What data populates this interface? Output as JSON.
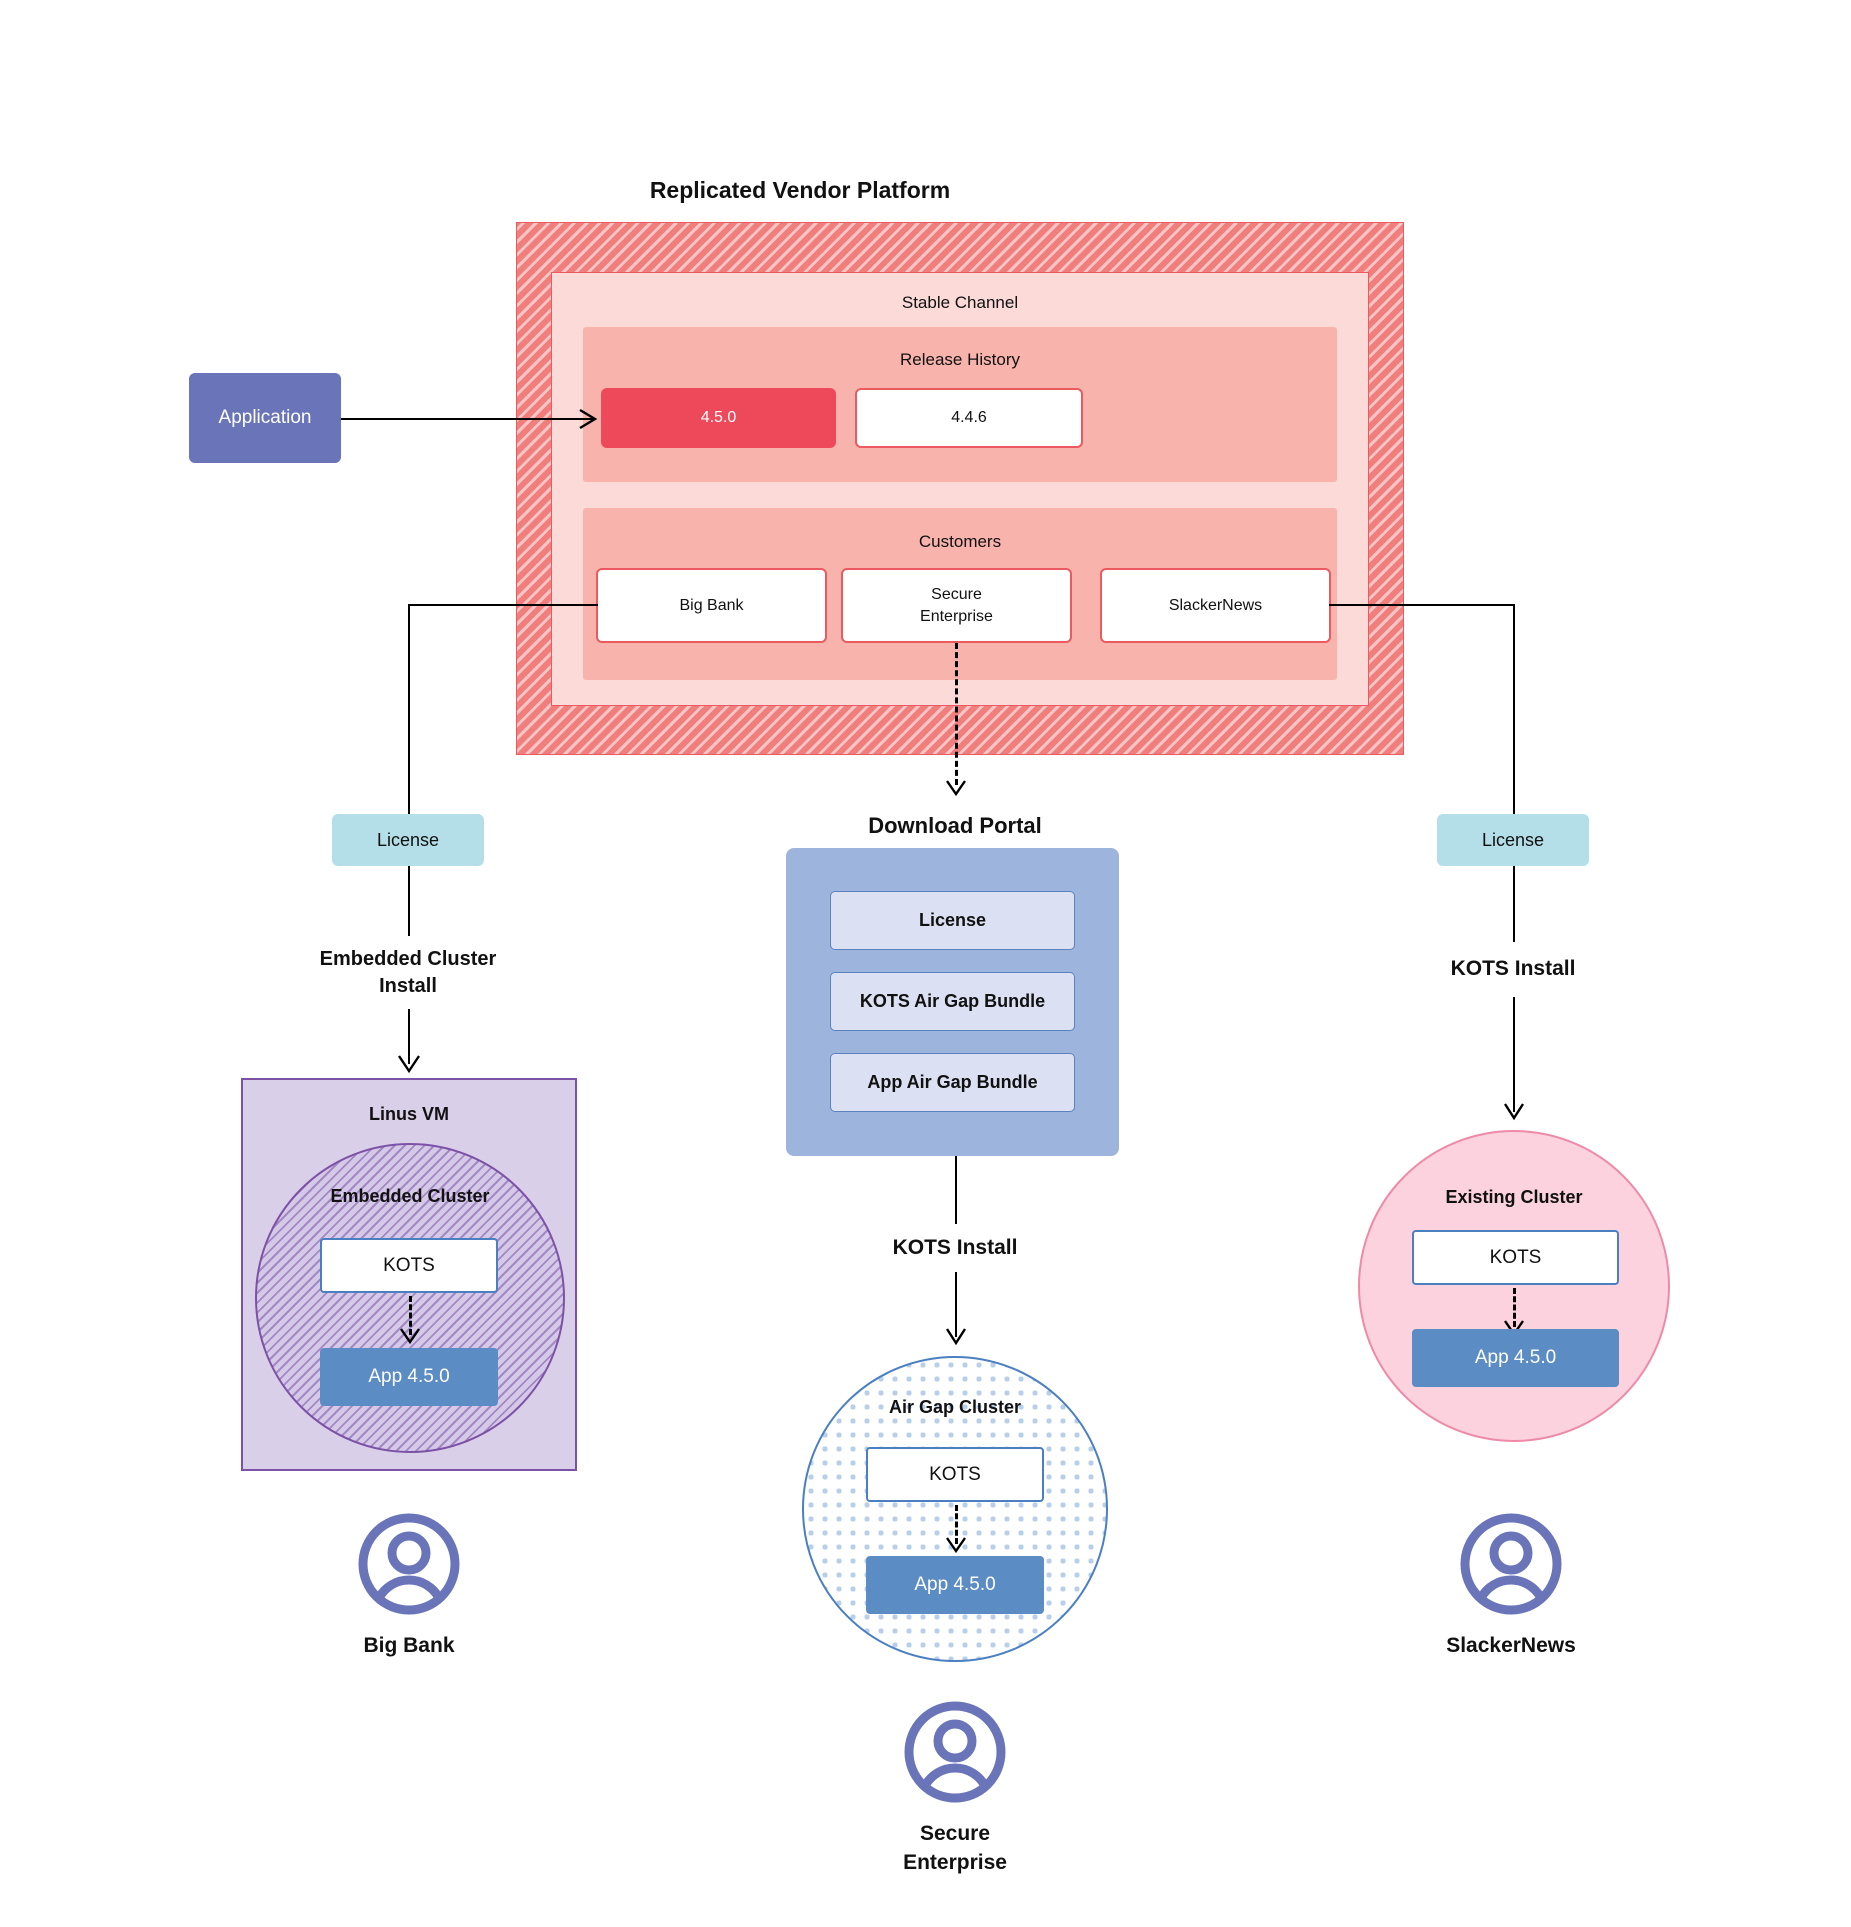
{
  "diagram": {
    "title": "Replicated Vendor Platform",
    "platform": {
      "label": "Replicated Vendor Platform",
      "channel": {
        "label": "Stable Channel",
        "release_history": {
          "label": "Release History",
          "releases": [
            {
              "version": "4.5.0",
              "state": "current"
            },
            {
              "version": "4.4.6",
              "state": "previous"
            }
          ]
        },
        "customers": {
          "label": "Customers",
          "items": [
            {
              "name": "Big Bank"
            },
            {
              "name": "Secure Enterprise"
            },
            {
              "name": "SlackerNews"
            }
          ]
        }
      }
    },
    "application": {
      "label": "Application"
    },
    "download_portal": {
      "label": "Download  Portal",
      "items": [
        {
          "label": "License"
        },
        {
          "label": "KOTS Air Gap Bundle"
        },
        {
          "label": "App Air Gap Bundle"
        }
      ]
    },
    "license_left": {
      "label": "License"
    },
    "license_right": {
      "label": "License"
    },
    "install_labels": {
      "left": "Embedded Cluster\nInstall",
      "left_line1": "Embedded Cluster",
      "left_line2": "Install",
      "center": "KOTS Install",
      "right": "KOTS Install"
    },
    "left_target": {
      "vm_label": "Linus VM",
      "cluster_label": "Embedded Cluster",
      "kots_label": "KOTS",
      "app_label": "App 4.5.0",
      "customer_label": "Big Bank"
    },
    "center_target": {
      "cluster_label": "Air Gap Cluster",
      "kots_label": "KOTS",
      "app_label": "App 4.5.0",
      "customer_label_line1": "Secure",
      "customer_label_line2": "Enterprise"
    },
    "right_target": {
      "cluster_label": "Existing Cluster",
      "kots_label": "KOTS",
      "app_label": "App 4.5.0",
      "customer_label": "SlackerNews"
    },
    "icons": {
      "avatar": "user-avatar-icon",
      "arrow": "arrow-head-icon"
    },
    "colors": {
      "vendor_platform_hatch": "#f07e7c",
      "channel": "#fbdad7",
      "band": "#f9b3ad",
      "release_current": "#ed495b",
      "release_border": "#ea5a5e",
      "application": "#6a74b8",
      "license": "#b4dfe8",
      "portal": "#9db5dc",
      "portal_item": "#dbe1f3",
      "vm": "#d9cfe9",
      "embedded_cluster_border": "#7b52a6",
      "airgap_border": "#4a7fc1",
      "existing_cluster": "#fbd2dd",
      "app_version": "#5b8cc4",
      "avatar": "#6a74b8"
    }
  }
}
